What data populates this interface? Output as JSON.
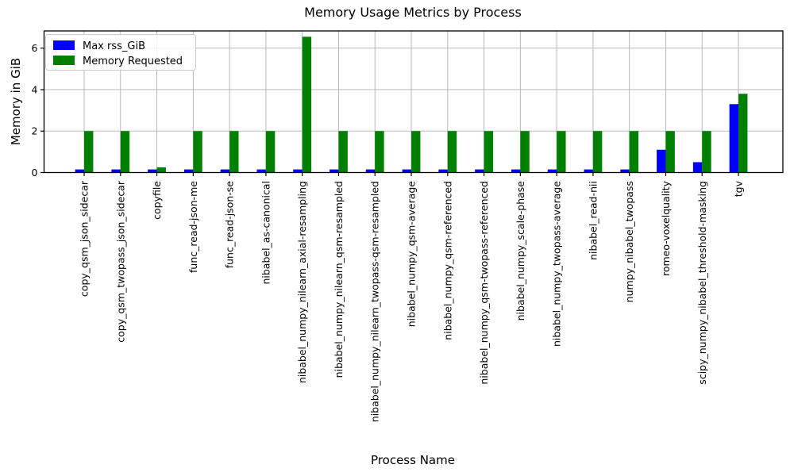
{
  "chart_data": {
    "type": "bar",
    "title": "Memory Usage Metrics by Process",
    "xlabel": "Process Name",
    "ylabel": "Memory in GiB",
    "categories": [
      "copy_qsm_json_sidecar",
      "copy_qsm_twopass_json_sidecar",
      "copyfile",
      "func_read-json-me",
      "func_read-json-se",
      "nibabel_as-canonical",
      "nibabel_numpy_nilearn_axial-resampling",
      "nibabel_numpy_nilearn_qsm-resampled",
      "nibabel_numpy_nilearn_twopass-qsm-resampled",
      "nibabel_numpy_qsm-average",
      "nibabel_numpy_qsm-referenced",
      "nibabel_numpy_qsm-twopass-referenced",
      "nibabel_numpy_scale-phase",
      "nibabel_numpy_twopass-average",
      "nibabel_read-nii",
      "numpy_nibabel_twopass",
      "romeo-voxelquality",
      "scipy_numpy_nibabel_threshold-masking",
      "tgv"
    ],
    "series": [
      {
        "name": "Max rss_GiB",
        "color": "#0000ff",
        "values": [
          0.15,
          0.15,
          0.15,
          0.15,
          0.15,
          0.15,
          0.15,
          0.15,
          0.15,
          0.15,
          0.15,
          0.15,
          0.15,
          0.15,
          0.15,
          0.15,
          1.1,
          0.5,
          3.3
        ]
      },
      {
        "name": "Memory Requested",
        "color": "#008000",
        "values": [
          2.0,
          2.0,
          0.25,
          2.0,
          2.0,
          2.0,
          6.55,
          2.0,
          2.0,
          2.0,
          2.0,
          2.0,
          2.0,
          2.0,
          2.0,
          2.0,
          2.0,
          2.0,
          3.8
        ]
      }
    ],
    "yticks": [
      0,
      2,
      4,
      6
    ],
    "ylim": [
      0,
      6.83
    ],
    "grid": true,
    "legend_position": "upper-left",
    "grid_color": "#b0b0b0",
    "spine_color": "#000000"
  }
}
